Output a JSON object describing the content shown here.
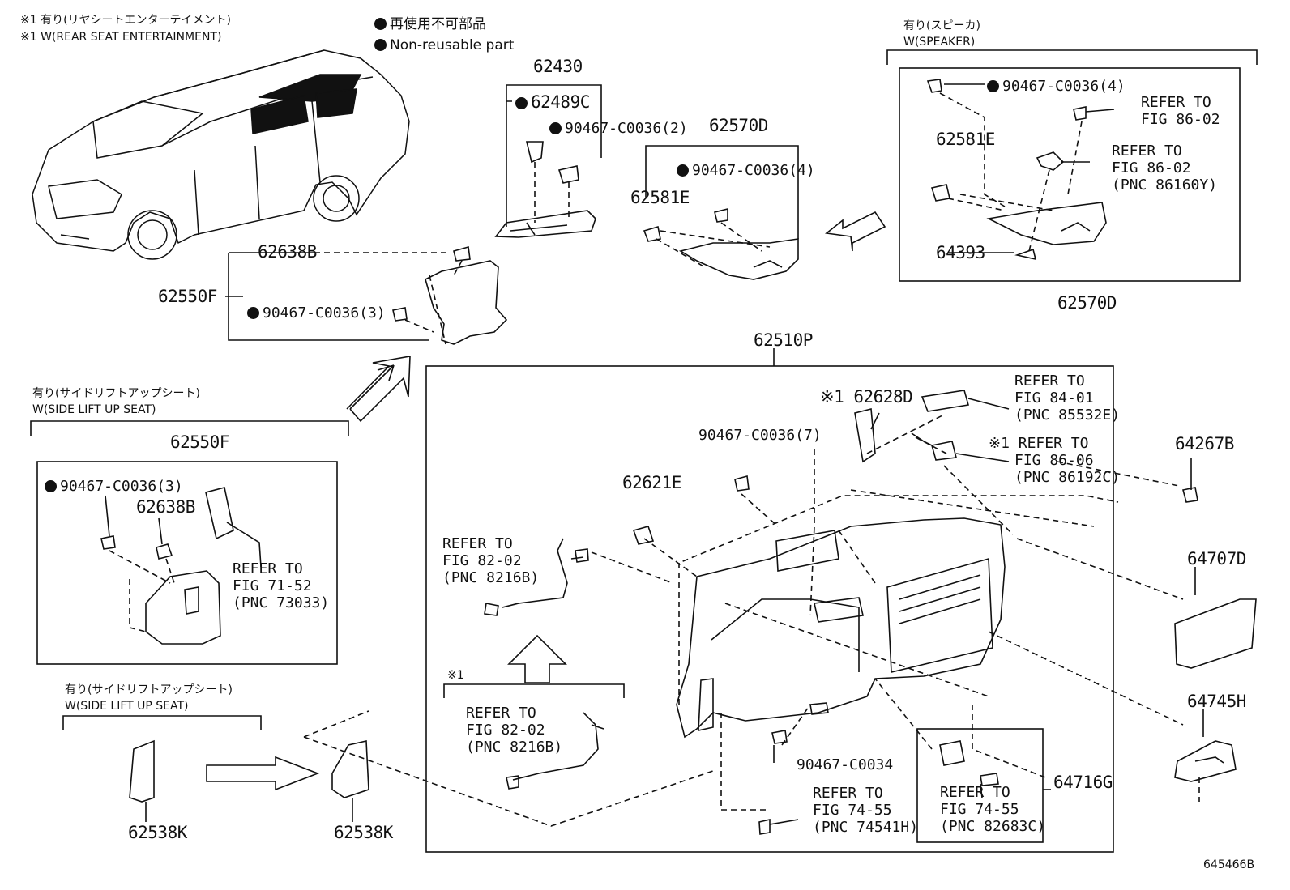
{
  "header": {
    "note_jp": "※1 有り(リヤシートエンターテイメント)",
    "note_en": "※1 W(REAR SEAT ENTERTAINMENT)",
    "legend_jp": "再使用不可部品",
    "legend_en": "Non-reusable part"
  },
  "speaker_group": {
    "title_jp": "有り(スピーカ)",
    "title_en": "W(SPEAKER)",
    "clip": "90467-C0036(4)",
    "ref1_a": "REFER TO",
    "ref1_b": "FIG 86-02",
    "ref2_a": "REFER TO",
    "ref2_b": "FIG 86-02",
    "ref2_c": "(PNC 86160Y)",
    "part_a": "62581E",
    "part_b": "64393",
    "assembly": "62570D"
  },
  "upper_center": {
    "p62430": "62430",
    "p62489c": "62489C",
    "clip2": "90467-C0036(2)",
    "p62570d": "62570D",
    "clip4": "90467-C0036(4)",
    "p62581e": "62581E"
  },
  "upper_left": {
    "p62638b": "62638B",
    "p62550f": "62550F",
    "clip3": "90467-C0036(3)"
  },
  "side_lift_group": {
    "title_jp": "有り(サイドリフトアップシート)",
    "title_en": "W(SIDE LIFT UP SEAT)",
    "assembly": "62550F",
    "clip3": "90467-C0036(3)",
    "p62638b": "62638B",
    "ref_a": "REFER TO",
    "ref_b": "FIG 71-52",
    "ref_c": "(PNC 73033)"
  },
  "side_lift_lower": {
    "title_jp": "有り(サイドリフトアップシート)",
    "title_en": "W(SIDE LIFT UP SEAT)",
    "p_left": "62538K",
    "p_right": "62538K"
  },
  "main_box": {
    "p62510p": "62510P",
    "p62628d": "※1 62628D",
    "ref_84_a": "REFER TO",
    "ref_84_b": "FIG 84-01",
    "ref_84_c": "(PNC 85532E)",
    "clip7": "90467-C0036(7)",
    "ref_86_a": "※1 REFER TO",
    "ref_86_b": "FIG 86-06",
    "ref_86_c": "(PNC 86192C)",
    "p62621e": "62621E",
    "ref_82_a": "REFER TO",
    "ref_82_b": "FIG 82-02",
    "ref_82_c": "(PNC 8216B)",
    "note_sub": "※1",
    "ref_82s_a": "REFER TO",
    "ref_82s_b": "FIG 82-02",
    "ref_82s_c": "(PNC 8216B)",
    "clip_c0034": "90467-C0034",
    "ref_74_a": "REFER TO",
    "ref_74_b": "FIG 74-55",
    "ref_74_c": "(PNC 74541H)",
    "p64716g": "64716G",
    "ref_74s_a": "REFER TO",
    "ref_74s_b": "FIG 74-55",
    "ref_74s_c": "(PNC 82683C)"
  },
  "right_parts": {
    "p64267b": "64267B",
    "p64707d": "64707D",
    "p64745h": "64745H"
  },
  "footer": {
    "diagram_id": "645466B"
  }
}
